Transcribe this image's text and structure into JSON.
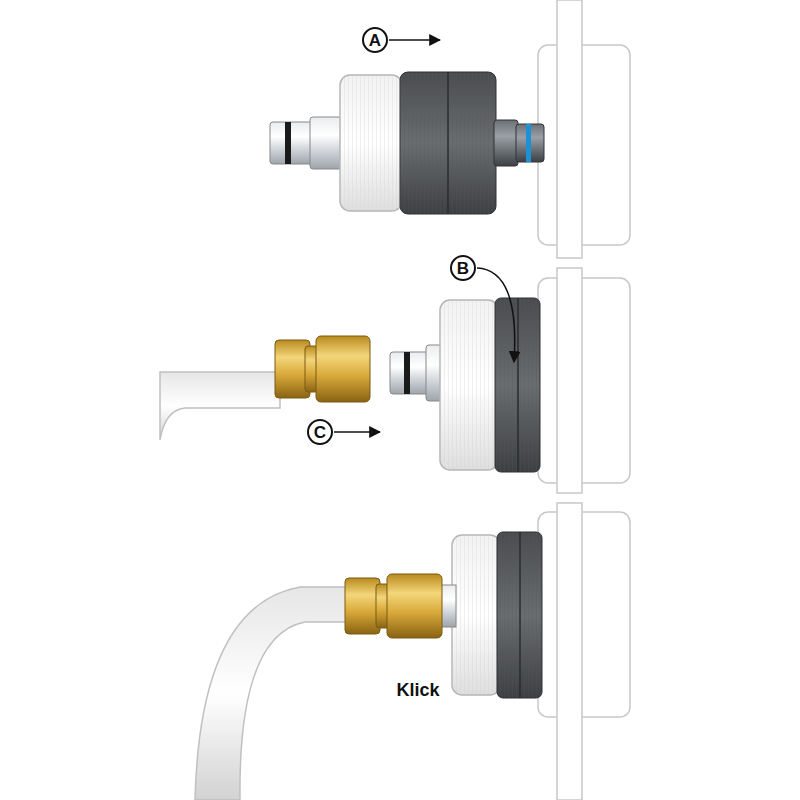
{
  "diagram": {
    "labels": [
      "A",
      "B",
      "C",
      "Klick"
    ]
  }
}
